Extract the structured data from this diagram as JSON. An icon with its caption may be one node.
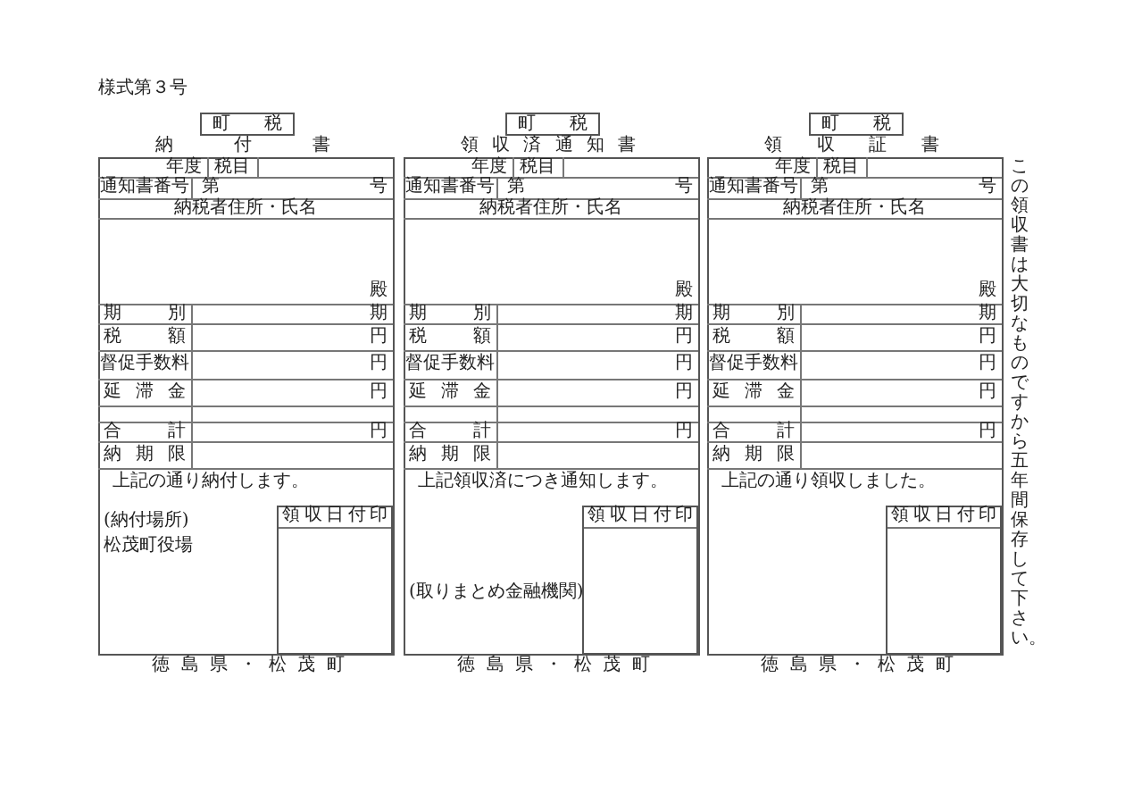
{
  "diagram": {
    "labels": [
      "様式第３号",
      "町税",
      "納付書",
      "年度",
      "税目",
      "通知書番号",
      "第",
      "号",
      "納税者住所・氏名",
      "殿",
      "期別",
      "期",
      "税額",
      "円",
      "督促手数料",
      "円",
      "延滞金",
      "円",
      "合計",
      "円",
      "納期限",
      "上記の通り納付します。",
      "(納付場所)",
      "領収日付印",
      "松茂町役場",
      "徳島県・松茂町",
      "町税",
      "領収済通知書",
      "年度",
      "税目",
      "通知書番号",
      "第",
      "号",
      "納税者住所・氏名",
      "殿",
      "期別",
      "期",
      "税額",
      "円",
      "督促手数料",
      "円",
      "延滞金",
      "円",
      "合計",
      "円",
      "納期限",
      "上記領収済につき通知します。",
      "領収日付印",
      "(取りまとめ金融機関)",
      "徳島県・松茂町",
      "町税",
      "領収証書",
      "年度",
      "税目",
      "通知書番号",
      "第",
      "号",
      "納税者住所・氏名",
      "殿",
      "期別",
      "期",
      "税額",
      "円",
      "督促手数料",
      "円",
      "延滞金",
      "円",
      "合計",
      "円",
      "納期限",
      "上記の通り領収しました。",
      "領収日付印",
      "徳島県・松茂町",
      "この領収書は大切なものですから五年間保存して下さい。"
    ]
  }
}
